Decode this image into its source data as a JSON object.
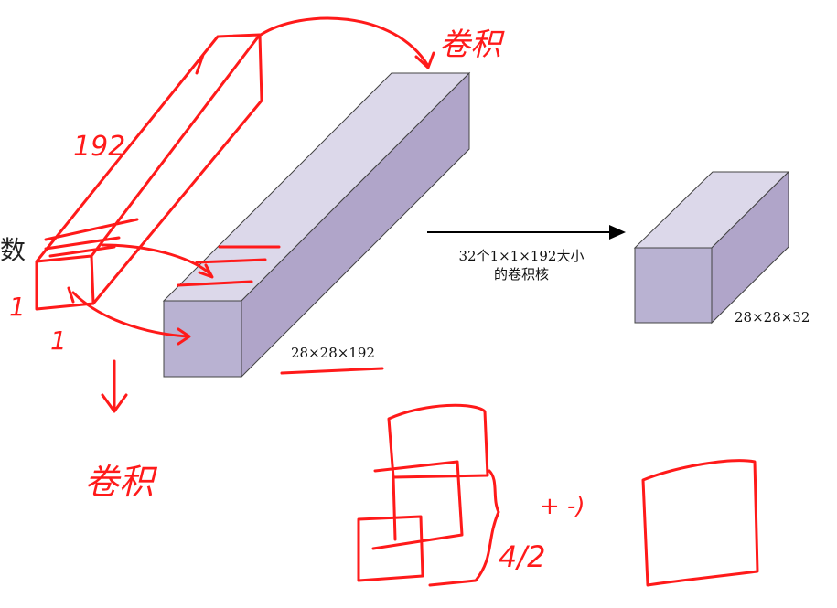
{
  "diagram": {
    "edge_left_char": "数",
    "large_block_label": "28×28×192",
    "arrow_caption_line1": "32个1×1×192大小",
    "arrow_caption_line2": "的卷积核",
    "small_block_label": "28×28×32",
    "colors": {
      "front_face": "#b9b2d2",
      "top_face": "#dcd8ea",
      "side_face": "#b0a5c9",
      "block_edge": "#444444",
      "annotation_ink": "#ff1a1a"
    }
  },
  "annotations": {
    "top_note": "卷积",
    "bottom_note": "卷积",
    "depth_note": "192",
    "side_one_left": "1",
    "side_one_bottom": "1",
    "formula_top": "+ -)",
    "formula_bottom": "4/2"
  }
}
